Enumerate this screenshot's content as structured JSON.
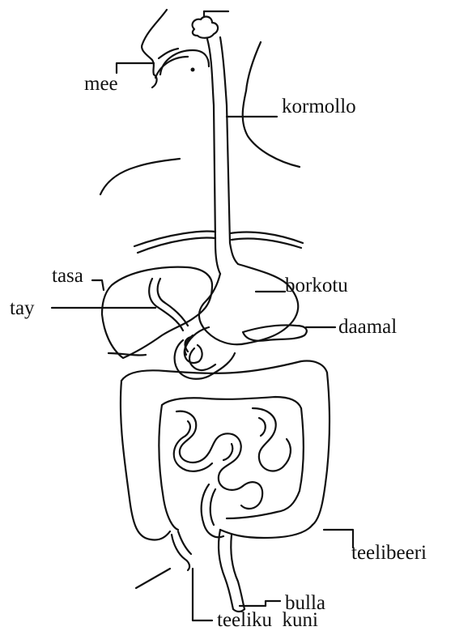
{
  "diagram": {
    "labels": {
      "mee": "mee",
      "kormollo": "kormollo",
      "tasa": "tasa",
      "tay": "tay",
      "borkotu": "borkotu",
      "daamal": "daamal",
      "teelibeeri": "teelibeeri",
      "bulla": "bulla",
      "teeliku_kuni": "teeliku  kuni"
    }
  }
}
